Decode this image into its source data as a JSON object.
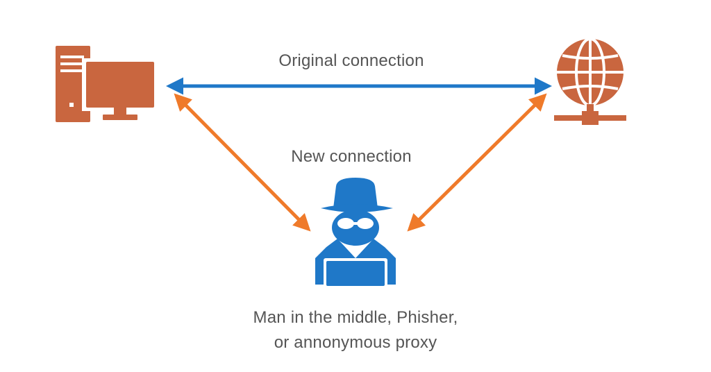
{
  "labels": {
    "original_connection": "Original connection",
    "new_connection": "New connection",
    "attacker_line1": "Man in the middle, Phisher,",
    "attacker_line2": "or annonymous proxy"
  },
  "icons": {
    "client": "desktop-computer-icon",
    "server": "globe-network-icon",
    "attacker": "hacker-spy-icon"
  },
  "colors": {
    "client_server_icons": "#c9663f",
    "original_connection_arrow": "#1f78c8",
    "new_connection_arrows": "#ef7a2a",
    "attacker_icon": "#1f78c8",
    "text": "#555555"
  }
}
